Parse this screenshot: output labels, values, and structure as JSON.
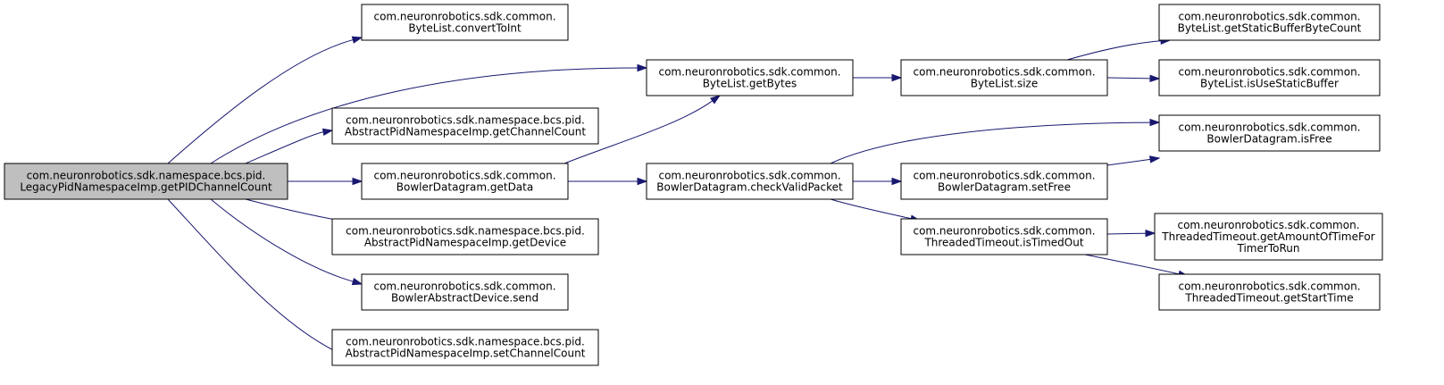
{
  "diagram": {
    "nodes": [
      {
        "id": "root",
        "lines": [
          "com.neuronrobotics.sdk.namespace.bcs.pid.",
          "LegacyPidNamespaceImp.getPIDChannelCount"
        ],
        "highlight": true
      },
      {
        "id": "convertToInt",
        "lines": [
          "com.neuronrobotics.sdk.common.",
          "ByteList.convertToInt"
        ]
      },
      {
        "id": "getBytes",
        "lines": [
          "com.neuronrobotics.sdk.common.",
          "ByteList.getBytes"
        ]
      },
      {
        "id": "getChannelCount",
        "lines": [
          "com.neuronrobotics.sdk.namespace.bcs.pid.",
          "AbstractPidNamespaceImp.getChannelCount"
        ]
      },
      {
        "id": "getData",
        "lines": [
          "com.neuronrobotics.sdk.common.",
          "BowlerDatagram.getData"
        ]
      },
      {
        "id": "getDevice",
        "lines": [
          "com.neuronrobotics.sdk.namespace.bcs.pid.",
          "AbstractPidNamespaceImp.getDevice"
        ]
      },
      {
        "id": "send",
        "lines": [
          "com.neuronrobotics.sdk.common.",
          "BowlerAbstractDevice.send"
        ]
      },
      {
        "id": "setChannelCount",
        "lines": [
          "com.neuronrobotics.sdk.namespace.bcs.pid.",
          "AbstractPidNamespaceImp.setChannelCount"
        ]
      },
      {
        "id": "size",
        "lines": [
          "com.neuronrobotics.sdk.common.",
          "ByteList.size"
        ]
      },
      {
        "id": "checkValidPacket",
        "lines": [
          "com.neuronrobotics.sdk.common.",
          "BowlerDatagram.checkValidPacket"
        ]
      },
      {
        "id": "getStaticBufferByteCount",
        "lines": [
          "com.neuronrobotics.sdk.common.",
          "ByteList.getStaticBufferByteCount"
        ]
      },
      {
        "id": "isUseStaticBuffer",
        "lines": [
          "com.neuronrobotics.sdk.common.",
          "ByteList.isUseStaticBuffer"
        ]
      },
      {
        "id": "isFree",
        "lines": [
          "com.neuronrobotics.sdk.common.",
          "BowlerDatagram.isFree"
        ]
      },
      {
        "id": "setFree",
        "lines": [
          "com.neuronrobotics.sdk.common.",
          "BowlerDatagram.setFree"
        ]
      },
      {
        "id": "isTimedOut",
        "lines": [
          "com.neuronrobotics.sdk.common.",
          "ThreadedTimeout.isTimedOut"
        ]
      },
      {
        "id": "getAmountOfTimeForTimerToRun",
        "lines": [
          "com.neuronrobotics.sdk.common.",
          "ThreadedTimeout.getAmountOfTimeFor",
          "TimerToRun"
        ]
      },
      {
        "id": "getStartTime",
        "lines": [
          "com.neuronrobotics.sdk.common.",
          "ThreadedTimeout.getStartTime"
        ]
      }
    ],
    "edges": [
      {
        "from": "root",
        "to": "convertToInt"
      },
      {
        "from": "root",
        "to": "getBytes"
      },
      {
        "from": "root",
        "to": "getChannelCount"
      },
      {
        "from": "root",
        "to": "getData"
      },
      {
        "from": "root",
        "to": "getDevice"
      },
      {
        "from": "root",
        "to": "send"
      },
      {
        "from": "root",
        "to": "setChannelCount"
      },
      {
        "from": "getBytes",
        "to": "size"
      },
      {
        "from": "getData",
        "to": "getBytes"
      },
      {
        "from": "getData",
        "to": "checkValidPacket"
      },
      {
        "from": "size",
        "to": "getStaticBufferByteCount"
      },
      {
        "from": "size",
        "to": "isUseStaticBuffer"
      },
      {
        "from": "checkValidPacket",
        "to": "isFree"
      },
      {
        "from": "checkValidPacket",
        "to": "setFree"
      },
      {
        "from": "checkValidPacket",
        "to": "isTimedOut"
      },
      {
        "from": "setFree",
        "to": "isFree"
      },
      {
        "from": "isTimedOut",
        "to": "getAmountOfTimeForTimerToRun"
      },
      {
        "from": "isTimedOut",
        "to": "getStartTime"
      }
    ],
    "colors": {
      "edge": "#191970",
      "root_fill": "#bfbfbf",
      "node_fill": "#ffffff",
      "border": "#000000"
    }
  }
}
